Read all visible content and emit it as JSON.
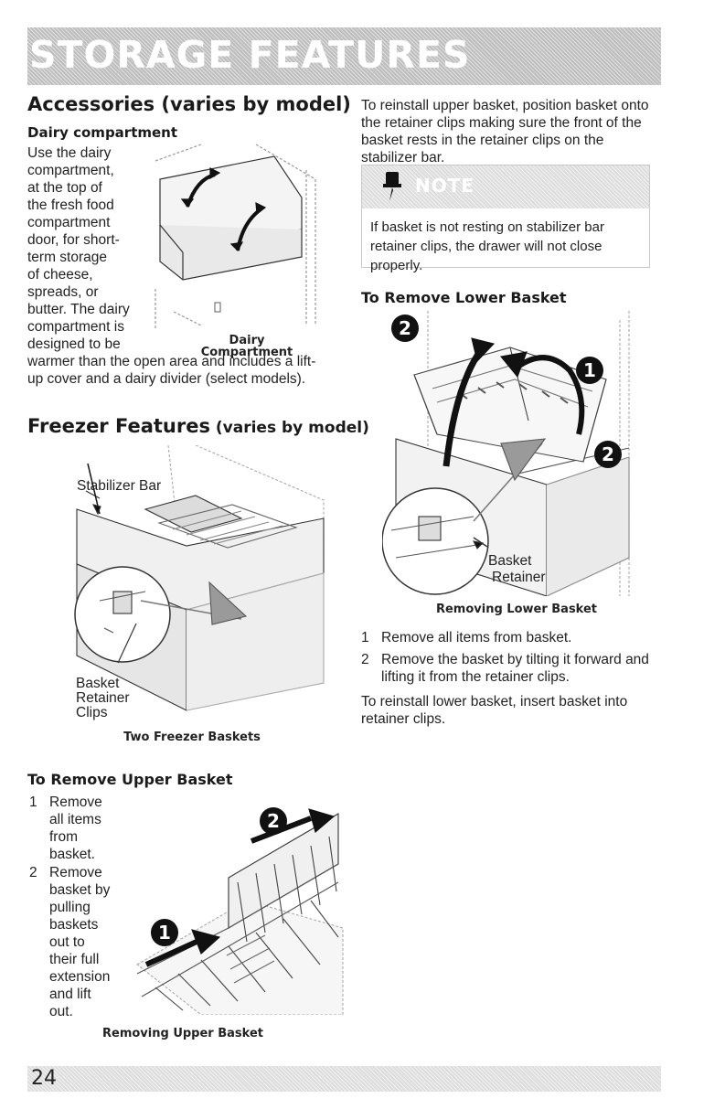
{
  "header": {
    "title": "STORAGE FEATURES"
  },
  "accessories": {
    "heading": "Accessories (varies by model)",
    "dairy_heading": "Dairy compartment",
    "dairy_text_lines": [
      "Use the dairy",
      "compartment,",
      "at the top of",
      "the fresh food",
      "compartment",
      "door, for short-",
      "term storage",
      "of cheese,",
      "spreads, or",
      "butter. The dairy",
      "compartment is",
      "designed to be"
    ],
    "dairy_text_tail": "warmer than the open area and includes a lift-up cover and a dairy divider (select models).",
    "dairy_caption": "Dairy Compartment"
  },
  "freezer": {
    "heading_main": "Freezer Features",
    "heading_suffix": " (varies by model)",
    "fig_labels": {
      "stabilizer": "Stabilizer Bar",
      "basket": "Basket",
      "retainer": "Retainer",
      "clips": "Clips"
    },
    "caption": "Two Freezer Baskets"
  },
  "remove_upper": {
    "heading": "To Remove Upper Basket",
    "steps": [
      {
        "num": "1",
        "lines": [
          "Remove",
          "all items",
          "from",
          "basket."
        ]
      },
      {
        "num": "2",
        "lines": [
          "Remove",
          "basket by",
          "pulling",
          "baskets",
          "out to",
          "their full",
          "extension",
          "and lift",
          "out."
        ]
      }
    ],
    "caption": "Removing Upper Basket"
  },
  "reinstall_upper": {
    "text": "To reinstall upper basket, position basket onto the retainer clips making sure the front of the basket rests in the retainer clips on the stabilizer bar."
  },
  "note": {
    "title": "NOTE",
    "text": "If basket is not resting on stabilizer bar retainer clips, the drawer will not close properly."
  },
  "remove_lower": {
    "heading": "To Remove Lower Basket",
    "fig_labels": {
      "basket": "Basket",
      "retainer": "Retainer"
    },
    "caption": "Removing Lower Basket",
    "steps": [
      {
        "num": "1",
        "text": "Remove all items from basket."
      },
      {
        "num": "2",
        "text": "Remove the basket by tilting it forward and lifting it from the retainer clips."
      }
    ],
    "reinstall_text": "To reinstall lower basket, insert basket into retainer clips."
  },
  "markers": {
    "one": "1",
    "two": "2"
  },
  "footer": {
    "page_number": "24"
  }
}
